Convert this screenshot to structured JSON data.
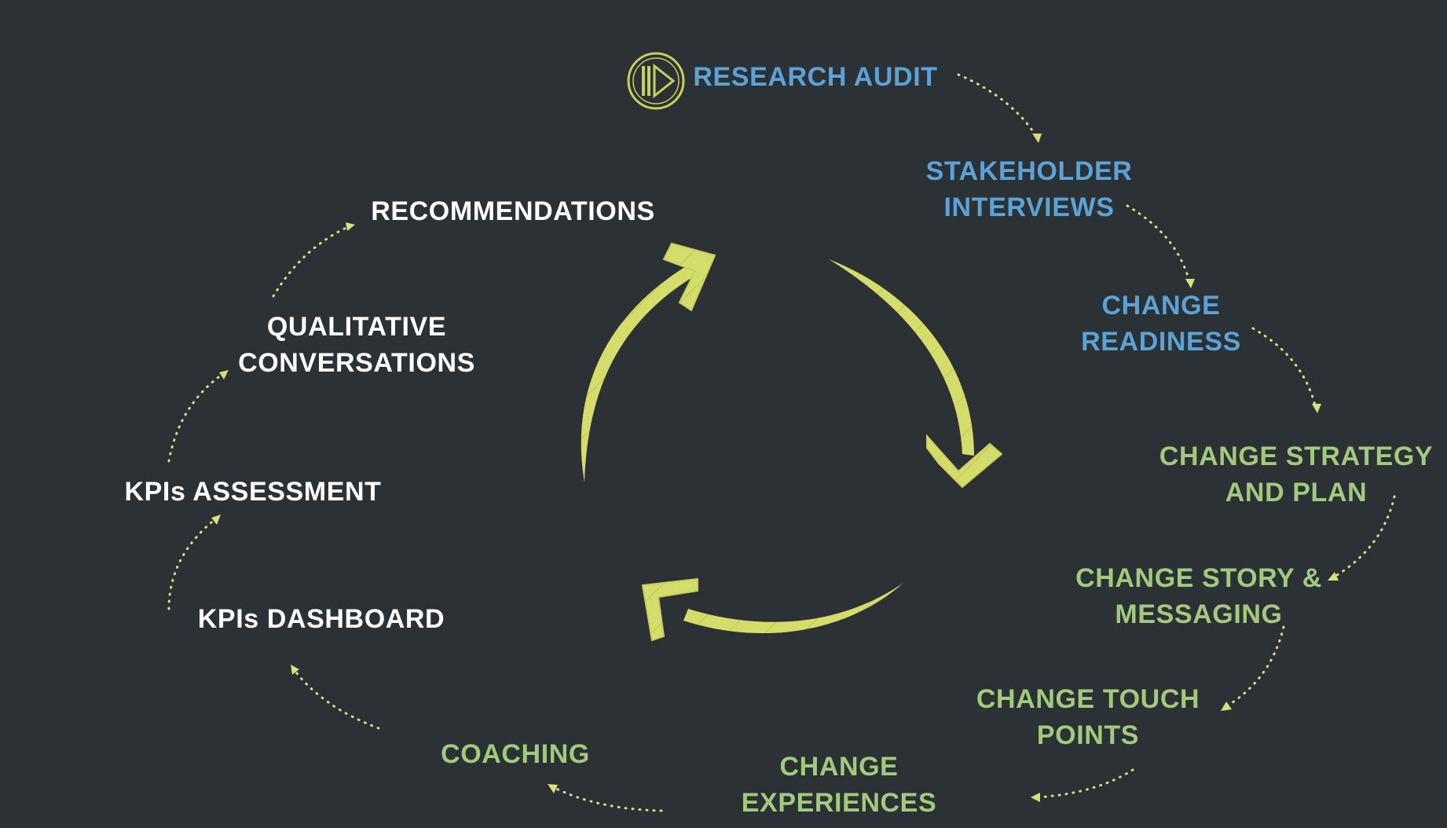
{
  "colors": {
    "background": "#2b3135",
    "research_phase": "#5ba3d6",
    "change_phase": "#a3c97c",
    "evaluation_phase": "#ffffff",
    "accent": "#d4dc6a"
  },
  "start_icon": "play-circle-icon",
  "steps": [
    {
      "id": "research-audit",
      "lines": [
        "RESEARCH AUDIT"
      ]
    },
    {
      "id": "stakeholder-interviews",
      "lines": [
        "STAKEHOLDER",
        "INTERVIEWS"
      ]
    },
    {
      "id": "change-readiness",
      "lines": [
        "CHANGE",
        "READINESS"
      ]
    },
    {
      "id": "change-strategy",
      "lines": [
        "CHANGE STRATEGY",
        "AND PLAN"
      ]
    },
    {
      "id": "change-story",
      "lines": [
        "CHANGE STORY &",
        "MESSAGING"
      ]
    },
    {
      "id": "change-touch-points",
      "lines": [
        "CHANGE TOUCH",
        "POINTS"
      ]
    },
    {
      "id": "change-experiences",
      "lines": [
        "CHANGE",
        "EXPERIENCES"
      ]
    },
    {
      "id": "coaching",
      "lines": [
        "COACHING"
      ]
    },
    {
      "id": "kpis-dashboard",
      "lines": [
        "KPIs DASHBOARD"
      ]
    },
    {
      "id": "kpis-assessment",
      "lines": [
        "KPIs ASSESSMENT"
      ]
    },
    {
      "id": "qualitative-conversations",
      "lines": [
        "QUALITATIVE",
        "CONVERSATIONS"
      ]
    },
    {
      "id": "recommendations",
      "lines": [
        "RECOMMENDATIONS"
      ]
    }
  ]
}
